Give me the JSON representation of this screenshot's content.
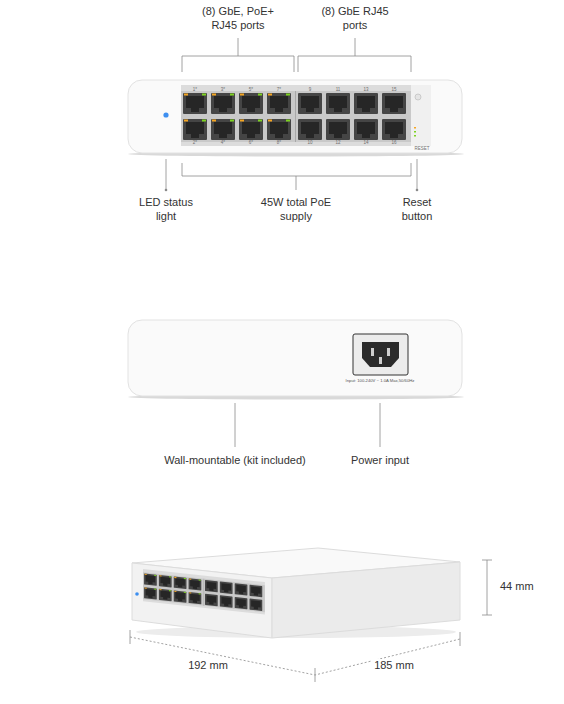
{
  "diagram": {
    "labels": [
      "(8) GbE, PoE+ RJ45 ports",
      "(8) GbE RJ45 ports",
      "1*",
      "3*",
      "5*",
      "7*",
      "9",
      "11",
      "13",
      "15",
      "2*",
      "4*",
      "6*",
      "8*",
      "10",
      "12",
      "14",
      "16",
      "RESET",
      "LED status light",
      "45W total PoE supply",
      "Reset button",
      "Input: 100-240V ~ 1.0A Max,50/60Hz",
      "Wall-mountable (kit included)",
      "Power input",
      "44 mm",
      "192 mm",
      "185 mm"
    ]
  }
}
